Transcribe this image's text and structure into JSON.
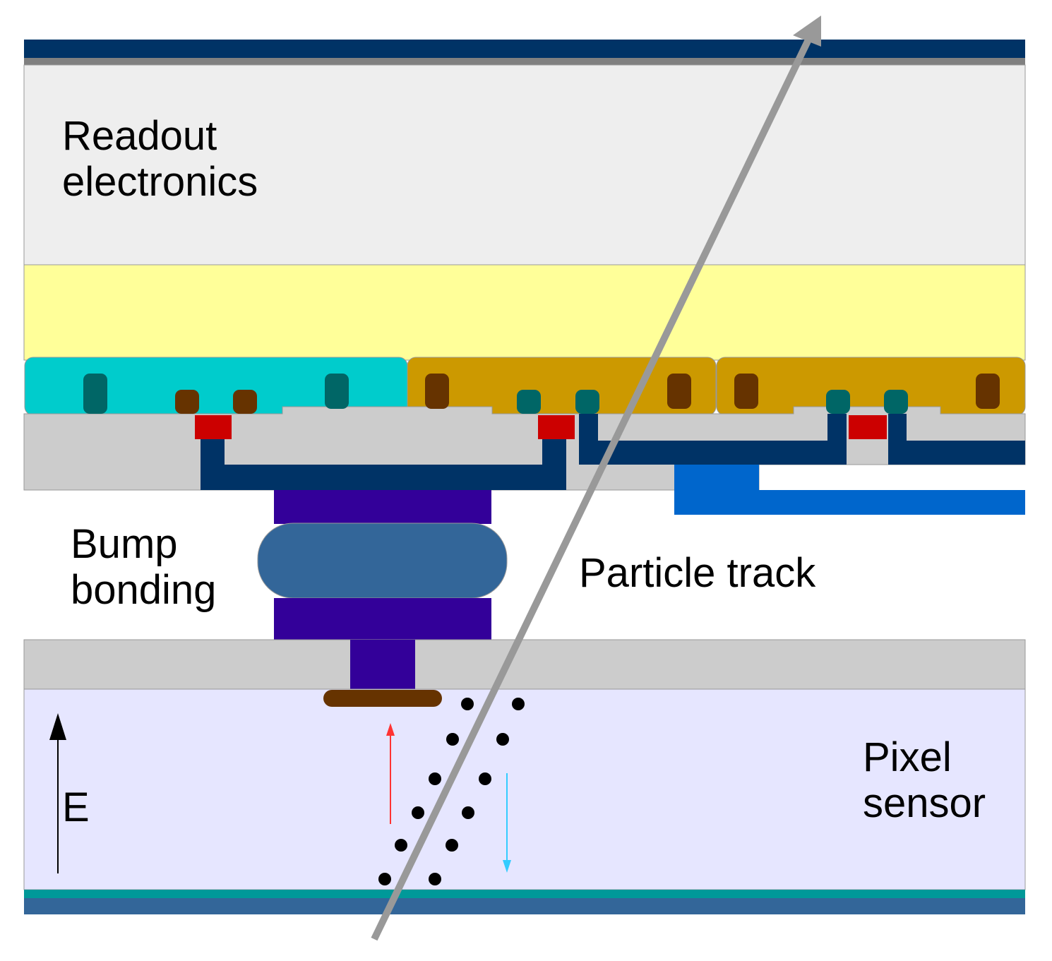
{
  "labels": {
    "readout_line1": "Readout",
    "readout_line2": "electronics",
    "bump_line1": "Bump",
    "bump_line2": "bonding",
    "particle_track": "Particle track",
    "pixel_line1": "Pixel",
    "pixel_line2": "sensor",
    "field": "E"
  },
  "colors": {
    "top_metal": "#003366",
    "top_metal_under": "#808080",
    "readout_bulk": "#eeeeee",
    "epi_layer": "#ffff99",
    "nwell": "#00cccc",
    "pwell": "#cc9900",
    "contact_dark_teal": "#006666",
    "contact_brown": "#663300",
    "oxide": "#cccccc",
    "gate": "#cc0000",
    "metal_line": "#003366",
    "metal_blue": "#0066cc",
    "bump_pad": "#330099",
    "bump_ball": "#336699",
    "sensor_bulk": "#e6e6ff",
    "implant": "#663300",
    "backside_teal": "#009999",
    "backside_metal": "#336699",
    "track": "#999999",
    "hole_arrow": "#ff3333",
    "electron_arrow": "#33ccff",
    "carrier": "#000000"
  }
}
